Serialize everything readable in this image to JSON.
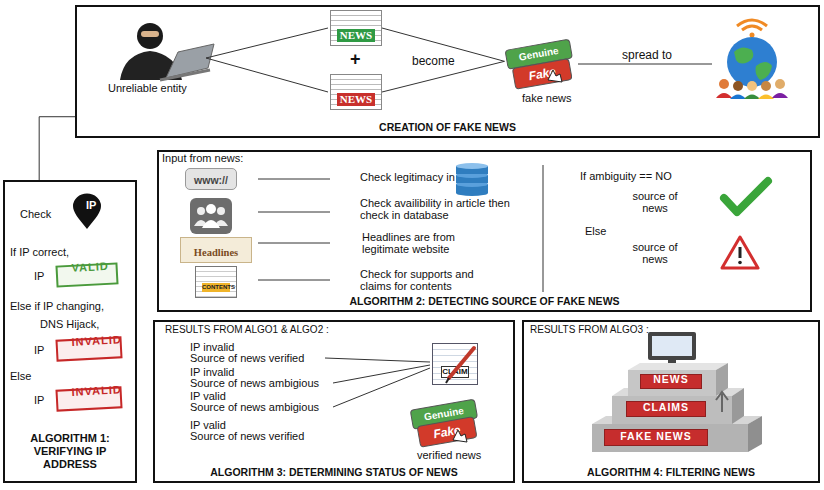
{
  "diagram": {
    "nodes": [
      {
        "text": [
          "CREATION OF FAKE NEWS"
        ]
      },
      {
        "text": [
          "NEWS"
        ],
        "in": 0
      },
      {
        "text": [
          "NEWS"
        ],
        "in": 0
      },
      {
        "text": [
          "Fake",
          "Genuine"
        ],
        "in": 0
      },
      {
        "text": [
          "ALGORITHM 1: VERIFYING IP ADDRESS"
        ]
      },
      {
        "text": [
          "IP"
        ],
        "in": 4
      },
      {
        "text": [
          "VALID"
        ],
        "in": 4
      },
      {
        "text": [
          "INVALID"
        ],
        "in": 4
      },
      {
        "text": [
          "INVALID"
        ],
        "in": 4
      },
      {
        "text": [
          "ALGORITHM 2: DETECTING SOURCE OF FAKE NEWS"
        ]
      },
      {
        "text": [
          "www://"
        ],
        "in": 9
      },
      {
        "text": [
          "Headlines"
        ],
        "in": 9
      },
      {
        "text": [
          "CONTENTS"
        ],
        "in": 9
      },
      {
        "text": [
          "ALGORITHM 3: DETERMINING STATUS OF NEWS"
        ]
      },
      {
        "text": [
          "CLAIM"
        ],
        "in": 13
      },
      {
        "text": [
          "Fake",
          "Genuine"
        ],
        "in": 13
      },
      {
        "text": [
          "ALGORITHM 4: FILTERING NEWS"
        ]
      },
      {
        "text": [
          "NEWS"
        ],
        "in": 16
      },
      {
        "text": [
          "CLAIMS"
        ],
        "in": 16
      },
      {
        "text": [
          "FAKE NEWS"
        ],
        "in": 16
      }
    ],
    "edges": [
      {
        "from": 0,
        "to": 4,
        "arrow": "none"
      },
      {
        "from": 1,
        "to": 3,
        "arrow": "none"
      },
      {
        "from": 2,
        "to": 3,
        "arrow": "none"
      }
    ],
    "labels": [
      "Unreliable entity",
      "+",
      "become",
      "fake news",
      "spread to",
      "Check",
      "If IP correct,",
      "IP",
      "Else if IP changing,",
      "DNS Hijack,",
      "IP",
      "Else",
      "IP",
      "Input from news:",
      "Check legitimacy in",
      "Check availibility in article then check in database",
      "Headlines are from legitimate website",
      "Check for supports and claims for contents",
      "If ambiguity == NO",
      "source of news",
      "Else",
      "source of news",
      "RESULTS FROM ALGO1 & ALGO2 :",
      "IP invalid",
      "Source of news verified",
      "IP invalid",
      "Source of news ambigious",
      "IP valid",
      "Source of news ambigious",
      "IP valid",
      "Source of news verified",
      "verified news",
      "RESULTS FROM ALGO3 :"
    ]
  }
}
